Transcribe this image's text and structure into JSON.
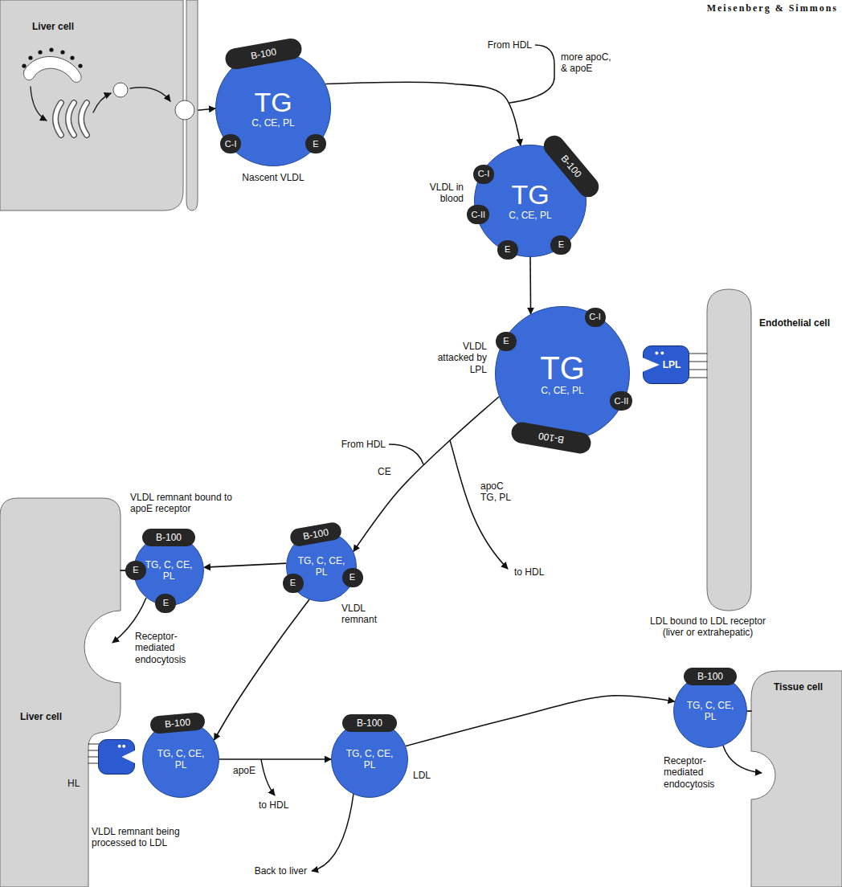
{
  "diagram": {
    "nodes": [
      {
        "text": [
          "Liver cell"
        ]
      },
      {
        "text": [
          "TG",
          "C, CE, PL",
          "Nascent VLDL"
        ]
      },
      {
        "text": [
          "B-100"
        ],
        "in": 1
      },
      {
        "text": [
          "C-I"
        ],
        "in": 1
      },
      {
        "text": [
          "E"
        ],
        "in": 1
      },
      {
        "text": [
          "TG",
          "C, CE, PL",
          "VLDL in blood"
        ]
      },
      {
        "text": [
          "B-100"
        ],
        "in": 5
      },
      {
        "text": [
          "C-I"
        ],
        "in": 5
      },
      {
        "text": [
          "C-II"
        ],
        "in": 5
      },
      {
        "text": [
          "E"
        ],
        "in": 5
      },
      {
        "text": [
          "E"
        ],
        "in": 5
      },
      {
        "text": [
          "Endothelial cell"
        ]
      },
      {
        "text": [
          "TG",
          "C, CE, PL",
          "VLDL attacked by LPL"
        ]
      },
      {
        "text": [
          "C-I"
        ],
        "in": 12
      },
      {
        "text": [
          "E"
        ],
        "in": 12
      },
      {
        "text": [
          "C-II"
        ],
        "in": 12
      },
      {
        "text": [
          "B-100"
        ],
        "in": 12
      },
      {
        "text": [
          "LPL"
        ]
      },
      {
        "text": [
          "TG, C, CE, PL",
          "VLDL remnant bound to apoE receptor"
        ]
      },
      {
        "text": [
          "B-100"
        ],
        "in": 18
      },
      {
        "text": [
          "E"
        ],
        "in": 18
      },
      {
        "text": [
          "E"
        ],
        "in": 18
      },
      {
        "text": [
          "TG, C, CE, PL",
          "VLDL remnant"
        ]
      },
      {
        "text": [
          "B-100"
        ],
        "in": 22
      },
      {
        "text": [
          "E"
        ],
        "in": 22
      },
      {
        "text": [
          "E"
        ],
        "in": 22
      },
      {
        "text": [
          "Liver cell"
        ]
      },
      {
        "text": [
          "HL"
        ]
      },
      {
        "text": [
          "TG, C, CE, PL",
          "VLDL remnant being processed to LDL"
        ]
      },
      {
        "text": [
          "B-100"
        ],
        "in": 28
      },
      {
        "text": [
          "TG, C, CE, PL",
          "LDL"
        ]
      },
      {
        "text": [
          "B-100"
        ],
        "in": 30
      },
      {
        "text": [
          "TG, C, CE, PL",
          "LDL bound to LDL receptor (liver or extrahepatic)"
        ]
      },
      {
        "text": [
          "B-100"
        ],
        "in": 32
      },
      {
        "text": [
          "Tissue cell"
        ]
      }
    ],
    "edges": [
      {
        "from": 0,
        "to": 1,
        "arrow": "to"
      },
      {
        "from": 1,
        "to": 5,
        "arrow": "to"
      },
      {
        "from": 5,
        "to": 12,
        "arrow": "to"
      },
      {
        "from": 12,
        "to": 22,
        "arrow": "to"
      },
      {
        "from": 22,
        "to": 18,
        "arrow": "to"
      },
      {
        "from": 22,
        "to": 28,
        "arrow": "to"
      },
      {
        "from": 28,
        "to": 30,
        "arrow": "to"
      },
      {
        "from": 30,
        "to": 32,
        "arrow": "to"
      }
    ],
    "labels": [
      "Meisenberg & Simmons",
      "From HDL",
      "more apoC, & apoE",
      "From HDL",
      "CE",
      "apoC TG, PL",
      "to HDL",
      "Receptor-mediated endocytosis",
      "apoE",
      "to HDL",
      "Back to liver",
      "Receptor-mediated endocytosis"
    ]
  }
}
